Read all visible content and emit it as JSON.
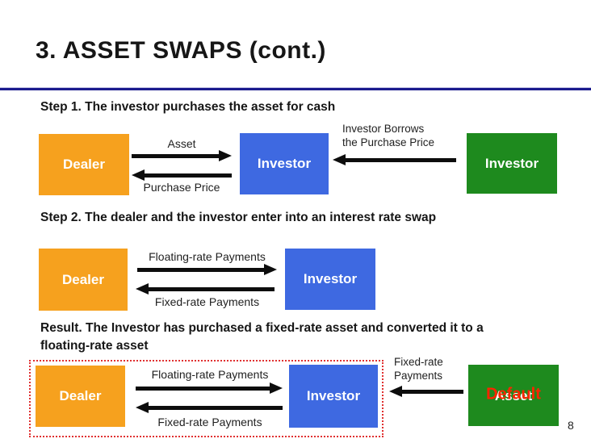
{
  "slide": {
    "title": "3. ASSET SWAPS (cont.)",
    "page_number": "8",
    "colors": {
      "orange": "#f6a11e",
      "blue": "#3e69e1",
      "green": "#1e8a1e",
      "navy": "#1b1b8e",
      "dotted_red": "#e03030",
      "default_red": "#ff2400"
    }
  },
  "step1": {
    "heading": "Step 1. The investor purchases the asset for cash",
    "dealer_label": "Dealer",
    "investor_label": "Investor",
    "lender_label": "Investor",
    "asset_arrow_label": "Asset",
    "purchase_price_arrow_label": "Purchase Price",
    "borrow_note_line1": "Investor Borrows",
    "borrow_note_line2": "the Purchase Price"
  },
  "step2": {
    "heading": "Step 2. The dealer and the investor enter into an interest rate swap",
    "dealer_label": "Dealer",
    "investor_label": "Investor",
    "floating_arrow_label": "Floating-rate Payments",
    "fixed_arrow_label": "Fixed-rate Payments"
  },
  "result": {
    "heading_line1": "Result. The Investor has purchased a fixed-rate asset and converted it to a",
    "heading_line2": "floating-rate asset",
    "dealer_label": "Dealer",
    "investor_label": "Investor",
    "floating_arrow_label": "Floating-rate Payments",
    "fixed_arrow_label": "Fixed-rate Payments",
    "fixed_note_line1": "Fixed-rate",
    "fixed_note_line2": "Payments",
    "asset_label": "Asset",
    "default_label": "Default"
  }
}
